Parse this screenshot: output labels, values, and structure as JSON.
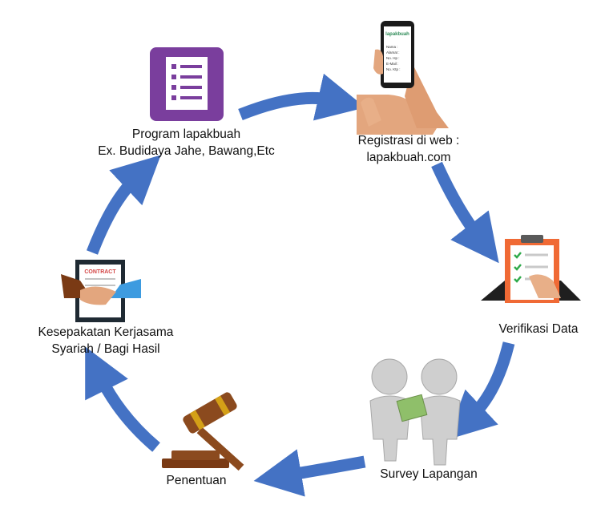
{
  "colors": {
    "arrow": "#4472C4",
    "program_icon": "#7A3E9D",
    "gavel": "#8B4A1E",
    "gavel_band": "#D4A017"
  },
  "steps": [
    {
      "id": "program",
      "lines": [
        "Program lapakbuah",
        "Ex. Budidaya Jahe, Bawang,Etc"
      ],
      "icon": "form-list-icon"
    },
    {
      "id": "registrasi",
      "lines": [
        "Registrasi di web :",
        "lapakbuah.com"
      ],
      "icon": "phone-hand-icon"
    },
    {
      "id": "verifikasi",
      "lines": [
        "Verifikasi Data"
      ],
      "icon": "clipboard-checklist-icon"
    },
    {
      "id": "survey",
      "lines": [
        "Survey Lapangan"
      ],
      "icon": "two-people-survey-icon"
    },
    {
      "id": "penentuan",
      "lines": [
        "Penentuan"
      ],
      "icon": "gavel-icon"
    },
    {
      "id": "kesepakatan",
      "lines": [
        "Kesepakatan Kerjasama",
        "Syariah / Bagi Hasil"
      ],
      "icon": "contract-handshake-icon"
    }
  ],
  "phone_screen": {
    "logo": "lapakbuah",
    "fields": [
      "Nama :",
      "Alamat :",
      "No. Hp :",
      "E-Mail :",
      "No. Ktp :"
    ]
  },
  "contract_heading": "CONTRACT"
}
